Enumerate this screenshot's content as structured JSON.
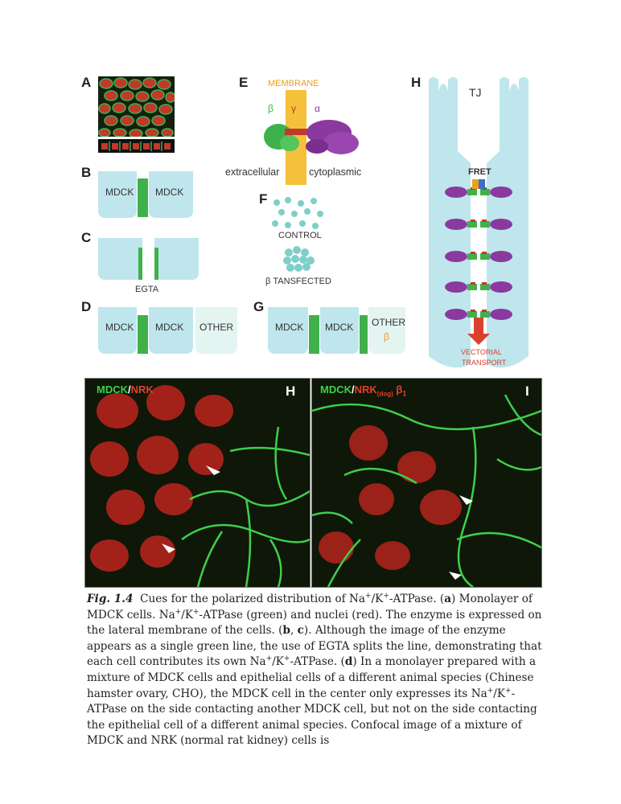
{
  "panels": {
    "A": "A",
    "B": "B",
    "C": "C",
    "D": "D",
    "E": "E",
    "F": "F",
    "G": "G",
    "H": "H"
  },
  "panel_b": {
    "left": "MDCK",
    "right": "MDCK"
  },
  "panel_c": {
    "reagent": "EGTA"
  },
  "panel_d": {
    "left": "MDCK",
    "mid": "MDCK",
    "right": "OTHER"
  },
  "panel_e": {
    "membrane": "MEMBRANE",
    "beta": "β",
    "gamma": "γ",
    "alpha": "α",
    "extracellular": "extracellular",
    "cytoplasmic": "cytoplasmic"
  },
  "panel_f": {
    "control": "CONTROL",
    "transfected": "β TANSFECTED"
  },
  "panel_g": {
    "left": "MDCK",
    "mid": "MDCK",
    "right_1": "OTHER",
    "right_2": "β"
  },
  "panel_h": {
    "tj": "TJ",
    "fret": "FRET",
    "vectorial": "VECTORIAL",
    "transport": "TRANSPORT"
  },
  "micro_h": {
    "mdck": "MDCK",
    "slash": "/",
    "nrk": "NRK",
    "letter": "H"
  },
  "micro_i": {
    "mdck": "MDCK",
    "slash": "/",
    "nrk": "NRK",
    "dog": "(dog)",
    "beta": "β",
    "sub1": "1",
    "letter": "I"
  },
  "caption": {
    "fig": "Fig. 1.4",
    "lines": [
      "Cues for the polarized distribution of Na",
      "/K",
      "-ATPase. (",
      "a",
      ") Monolayer of MDCK cells.",
      "Na",
      "/K",
      "-ATPase (green) and nuclei (red). The enzyme is expressed on the lateral membrane of the cells. (",
      "b",
      ", ",
      "c",
      "). Although the image of the enzyme appears as a single green line, the use of EGTA splits the line, demonstrating that each cell contributes its own Na",
      "/K",
      "-ATPase. (",
      "d",
      ") In a monolayer prepared with a mixture of MDCK cells and epithelial cells of a different animal species (Chinese hamster ovary, CHO), the MDCK cell in the center only expresses its Na",
      "/K",
      "-ATPase on the side contacting another MDCK cell, but not on the side contacting the epithelial cell of a different animal species. Confocal image of a mixture of MDCK and NRK (normal rat kidney) cells is"
    ],
    "plus": "+"
  }
}
